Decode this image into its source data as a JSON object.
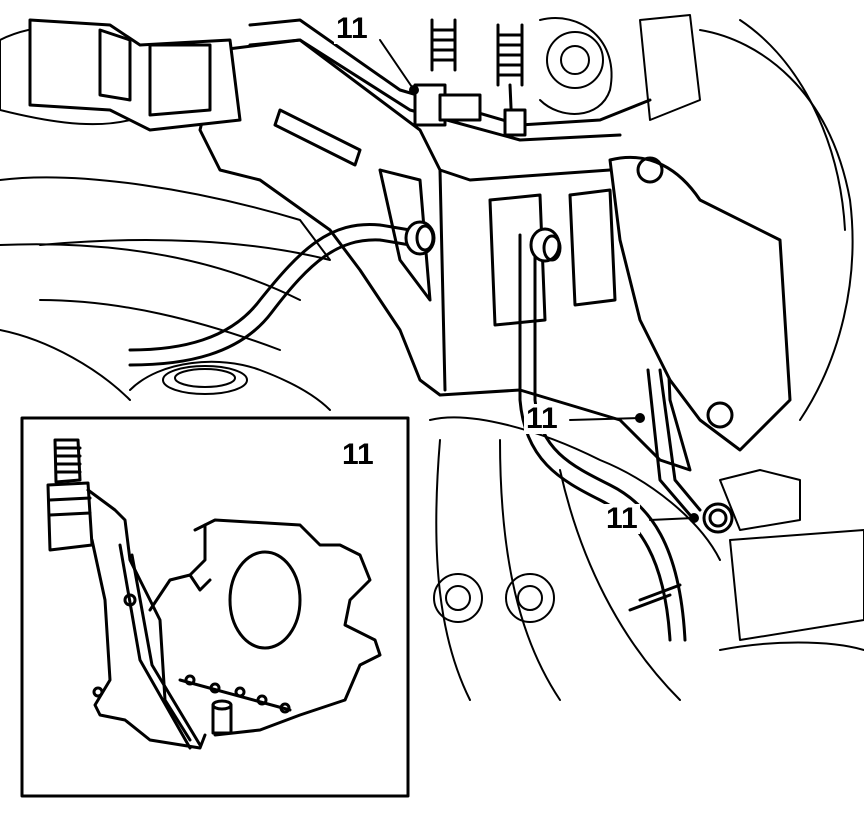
{
  "callouts": [
    {
      "id": "top",
      "label": "11"
    },
    {
      "id": "mid-right",
      "label": "11"
    },
    {
      "id": "lower-right",
      "label": "11"
    }
  ],
  "inset": {
    "label": "11"
  },
  "colors": {
    "ink": "#000000",
    "paper": "#ffffff"
  }
}
